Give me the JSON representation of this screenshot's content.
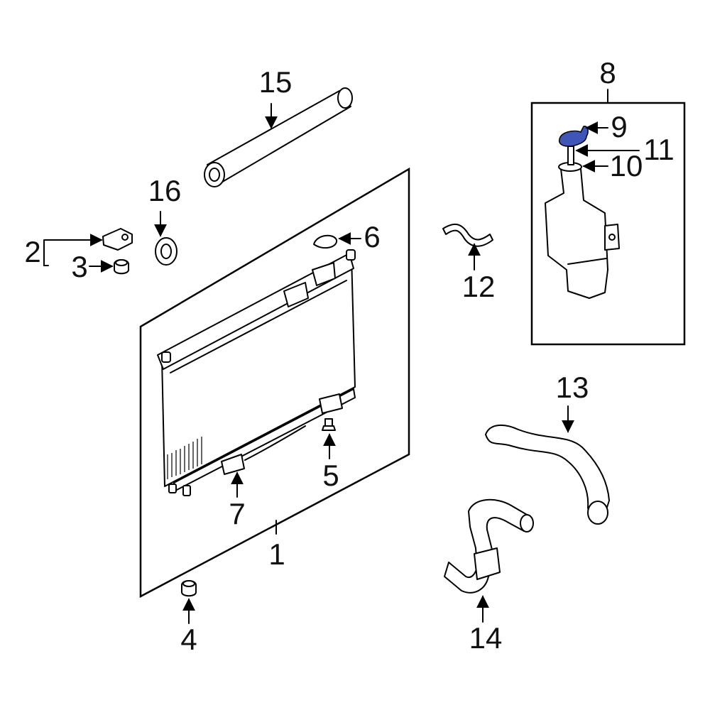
{
  "callouts": {
    "c1": "1",
    "c2": "2",
    "c3": "3",
    "c4": "4",
    "c5": "5",
    "c6": "6",
    "c7": "7",
    "c8": "8",
    "c9": "9",
    "c10": "10",
    "c11": "11",
    "c12": "12",
    "c13": "13",
    "c14": "14",
    "c15": "15",
    "c16": "16"
  },
  "colors": {
    "highlight": "#3f56b8",
    "ink": "#000000",
    "background": "#ffffff"
  }
}
